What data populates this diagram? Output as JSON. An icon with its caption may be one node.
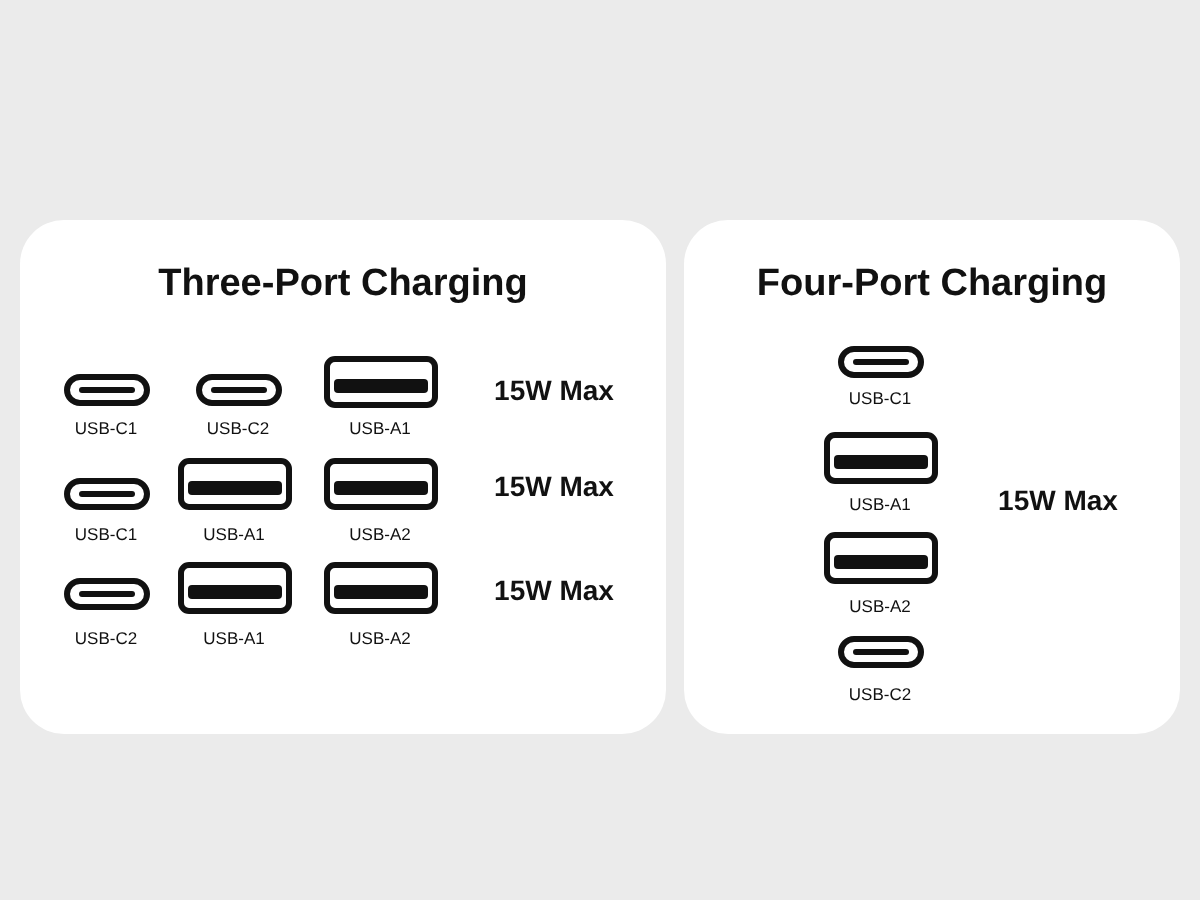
{
  "diagram": {
    "nodes": [
      {
        "text": [
          "Three-Port Charging"
        ]
      },
      {
        "text": [],
        "shape": "capsule",
        "in": 0,
        "beside": [
          "USB-C1"
        ]
      },
      {
        "text": [],
        "shape": "capsule",
        "in": 0,
        "beside": [
          "USB-C2"
        ]
      },
      {
        "text": [],
        "shape": "box",
        "in": 0,
        "beside": [
          "USB-A1"
        ]
      },
      {
        "text": [],
        "shape": "capsule",
        "in": 0,
        "beside": [
          "USB-C1"
        ]
      },
      {
        "text": [],
        "shape": "box",
        "in": 0,
        "beside": [
          "USB-A1"
        ]
      },
      {
        "text": [],
        "shape": "box",
        "in": 0,
        "beside": [
          "USB-A2"
        ]
      },
      {
        "text": [],
        "shape": "capsule",
        "in": 0,
        "beside": [
          "USB-C2"
        ]
      },
      {
        "text": [],
        "shape": "box",
        "in": 0,
        "beside": [
          "USB-A1"
        ]
      },
      {
        "text": [],
        "shape": "box",
        "in": 0,
        "beside": [
          "USB-A2"
        ]
      },
      {
        "text": [
          "Four-Port Charging"
        ]
      },
      {
        "text": [],
        "shape": "capsule",
        "in": 10,
        "beside": [
          "USB-C1"
        ]
      },
      {
        "text": [],
        "shape": "box",
        "in": 10,
        "beside": [
          "USB-A1"
        ]
      },
      {
        "text": [],
        "shape": "box",
        "in": 10,
        "beside": [
          "USB-A2"
        ]
      },
      {
        "text": [],
        "shape": "capsule",
        "in": 10,
        "beside": [
          "USB-C2"
        ]
      }
    ],
    "labels": [
      "15W Max",
      "15W Max",
      "15W Max",
      "15W Max"
    ]
  }
}
